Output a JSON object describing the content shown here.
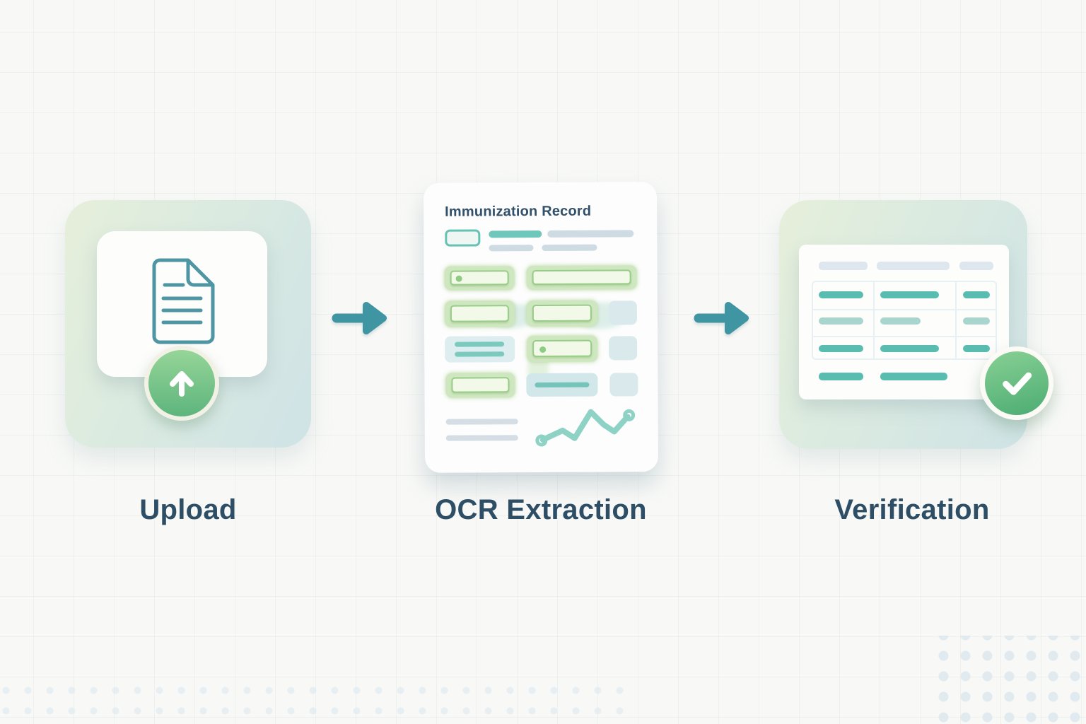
{
  "steps": [
    {
      "label": "Upload"
    },
    {
      "label": "OCR Extraction"
    },
    {
      "label": "Verification"
    }
  ],
  "document_preview": {
    "title": "Immunization Record"
  },
  "icons": {
    "step1": "document-icon + upload-arrow-icon",
    "flow": "arrow-right-icon",
    "step2": "line-chart-icon",
    "step3": "table-icon + checkmark-icon"
  },
  "colors": {
    "background": "#f8f9f7",
    "card_gradient_start": "#e6efda",
    "card_gradient_end": "#cfe3e6",
    "accent_teal": "#3f95a1",
    "success_green": "#5db57d",
    "label_text": "#2e4e66",
    "doc_title_text": "#32506a",
    "teal_bar": "#6fc6ba",
    "table_cell_teal": "#58bdb0",
    "field_green": "#cfe7c0",
    "chart_line": "#8ed2c6"
  }
}
